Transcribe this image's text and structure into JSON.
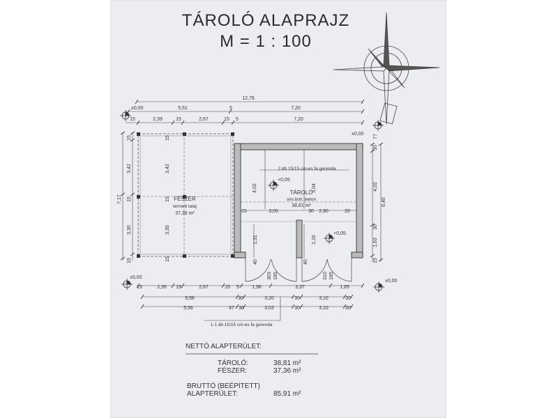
{
  "title": "TÁROLÓ ALAPRAJZ",
  "scale": "M = 1 : 100",
  "plan": {
    "levels": {
      "tl": "±0,00",
      "tr": "±0,00",
      "bl": "±0,00",
      "br": "±0,00",
      "in1": "+0,05",
      "in2": "+0,05"
    },
    "top_dims": {
      "total": "12,76",
      "r1_a": "5,51",
      "r1_b": "5",
      "r1_c": "7,20",
      "r2_15a": "15",
      "r2_239": "2,39",
      "r2_15b": "15",
      "r2_267": "2,67",
      "r2_15c": "15",
      "r2_5": "5",
      "r2_720": "7,20"
    },
    "left_dims": {
      "total": "7,17",
      "a15": "15",
      "a342": "3,42",
      "a15b": "15",
      "a330": "3,30",
      "a15c": "15",
      "in342": "3,42",
      "in15": "15",
      "in335": "3,35",
      "in15b": "15"
    },
    "right_dims": {
      "total": "6,40",
      "a30": "30",
      "a402": "4,02",
      "a30b": "30",
      "a163": "1,63",
      "a15": "15",
      "a77": "77"
    },
    "rooms": {
      "feszer_name": "FÉSZER",
      "feszer_floor": "termett talaj",
      "feszer_area": "37,36 m²",
      "tarolo_name": "TÁROLÓ",
      "tarolo_floor": "sim.bolt. beton",
      "tarolo_area": "38,81 m²",
      "beam_top": "2 db 15/15 cm-es fa gerenda",
      "beam_bottom": "1-1 db 15/15 cm-es fa gerenda"
    },
    "inner_dims": {
      "h402": "4,02",
      "h304": "3,04",
      "d65": "65",
      "d305": "3,05",
      "d30": "30",
      "d290": "2,90",
      "d20": "20",
      "d131": "1,31",
      "d216": "2,16",
      "d40": "40",
      "d303": "303",
      "d185": "185",
      "d310": "310",
      "d185b": "185",
      "d40b": "40"
    },
    "bottom_dims": {
      "r1": [
        "15",
        "2,39",
        "15",
        "2,67",
        "15",
        "5",
        "1,98",
        "3,37",
        "1,85"
      ],
      "r2": [
        "5,56",
        "30",
        "3,20",
        "30",
        "3,10",
        "30"
      ],
      "r3": [
        "5,56",
        "47",
        "30",
        "3,03",
        "30",
        "3,10",
        "30"
      ]
    }
  },
  "summary": {
    "netto_heading": "NETTÓ ALAPTERÜLET:",
    "tarolo_label": "TÁROLÓ:",
    "tarolo_value": "38,81 m²",
    "feszer_label": "FÉSZER:",
    "feszer_value": "37,36 m²",
    "brutto_heading": "BRUTTÓ (BEÉPÍTETT)",
    "brutto_label": "ALAPTERÜLET:",
    "brutto_value": "85,91 m²"
  }
}
